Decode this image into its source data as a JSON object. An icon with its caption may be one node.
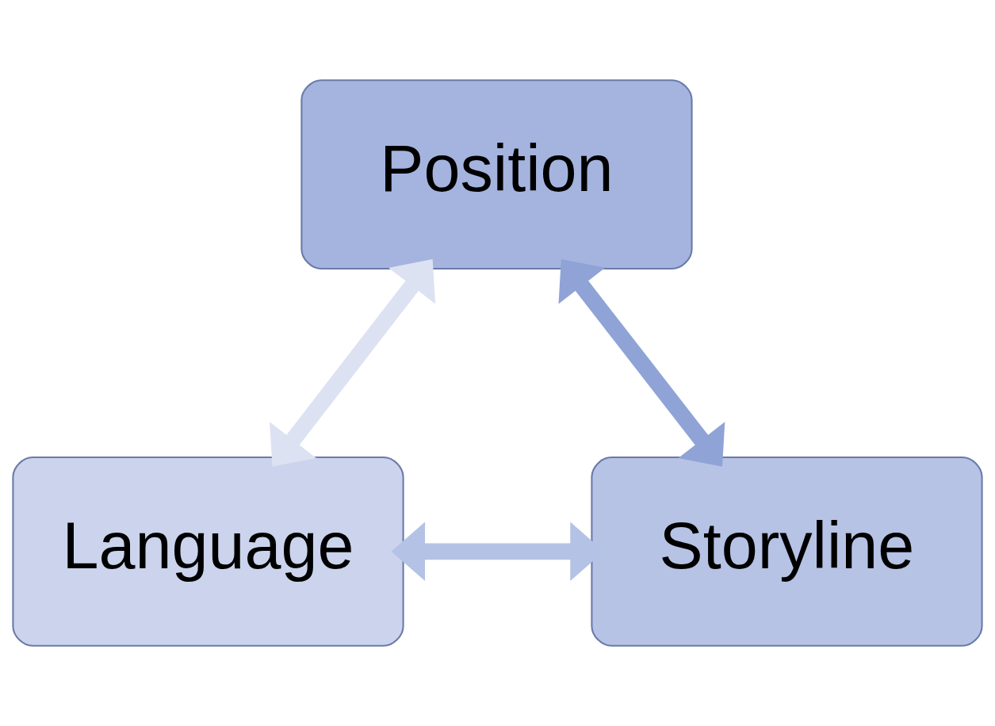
{
  "diagram": {
    "nodes": [
      {
        "text": [
          "Position"
        ]
      },
      {
        "text": [
          "Language"
        ]
      },
      {
        "text": [
          "Storyline"
        ]
      }
    ],
    "edges": [
      {
        "from": 1,
        "to": 0,
        "arrow": "both",
        "color": "#dde2f2"
      },
      {
        "from": 0,
        "to": 2,
        "arrow": "both",
        "color": "#8fa3d6"
      },
      {
        "from": 1,
        "to": 2,
        "arrow": "both",
        "color": "#b4c2e6"
      }
    ]
  }
}
